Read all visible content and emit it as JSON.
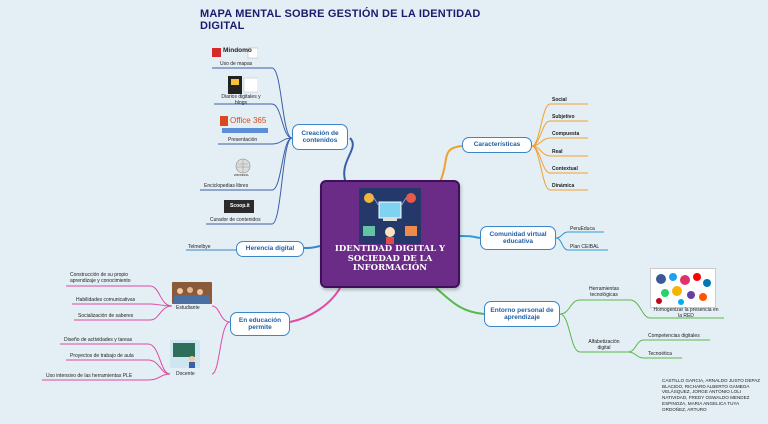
{
  "title": "MAPA MENTAL SOBRE GESTIÓN DE LA IDENTIDAD DIGITAL",
  "center": "IDENTIDAD DIGITAL Y SOCIEDAD DE LA INFORMACIÓN",
  "branches": {
    "creacion": "Creación de contenidos",
    "caracteristicas": "Características",
    "comunidad": "Comunidad virtual educativa",
    "herencia": "Herencia digital",
    "entorno": "Entorno personal de aprendizaje",
    "educacion": "En educación permite"
  },
  "creacion_items": {
    "mindomo_logo": "Mindomo",
    "mapas": "Uso de mapas",
    "diarios": "Diarios digitales y blogs",
    "office_logo": "Office 365",
    "presentacion": "Presentación",
    "wiki_logo": "WIKIPEDIA",
    "enciclopedias": "Enciclopedias libres",
    "scoop_logo": "Scoop.it",
    "curador": "Curador de contenidos"
  },
  "caracteristicas_items": [
    "Social",
    "Subjetivo",
    "Compuesta",
    "Real",
    "Contextual",
    "Dinámica"
  ],
  "comunidad_items": [
    "PeruEduca",
    "Plan CEIBAL"
  ],
  "herencia_item": "Telmelbye",
  "entorno_items": {
    "herramientas": "Herramientas tecnológicas",
    "homogenizar": "Homogenizar la presencia en la RED",
    "alfabetizacion": "Alfabetización digital",
    "competencias": "Competencias digitales",
    "tecnoetica": "Tecnoética"
  },
  "educacion_items": {
    "estudiante": "Estudiante",
    "construccion": "Construcción de su propio aprendizaje y conocimiento",
    "habilidades": "Habilidades comunicativas",
    "socializacion": "Socialización de saberes",
    "docente": "Docente",
    "diseno": "Diseño de actividades y tareas",
    "proyectos": "Proyectos de trabajo de aula",
    "uso_intensivo": "Uso intensivo de las herramientas PLE"
  },
  "credits": "CASTILLO GARCIA, ARNALDO JUSTO DEPAZ BLACIDO, RICHARD ALBERTO GAMBOA VELÁSQUEZ, JORGE ANTONIO LOLI NATIVIDAD, FREDY OSWALDO MENDEZ ESPINOZA, MARIA ANGELICA TUYA ORDOÑEZ, ARTURO",
  "colors": {
    "background": "#e4eff5",
    "center": "#6a2c86",
    "branch_border": "#3a86c8",
    "branch_text": "#1e5fa5",
    "link_caracteristicas": "#f0a030",
    "link_comunidad": "#2f9ad6",
    "link_entorno": "#58b848",
    "link_educacion": "#e04aa4",
    "link_creacion": "#3a5fa8",
    "link_herencia": "#3a86c8",
    "title": "#1b1b6e"
  }
}
